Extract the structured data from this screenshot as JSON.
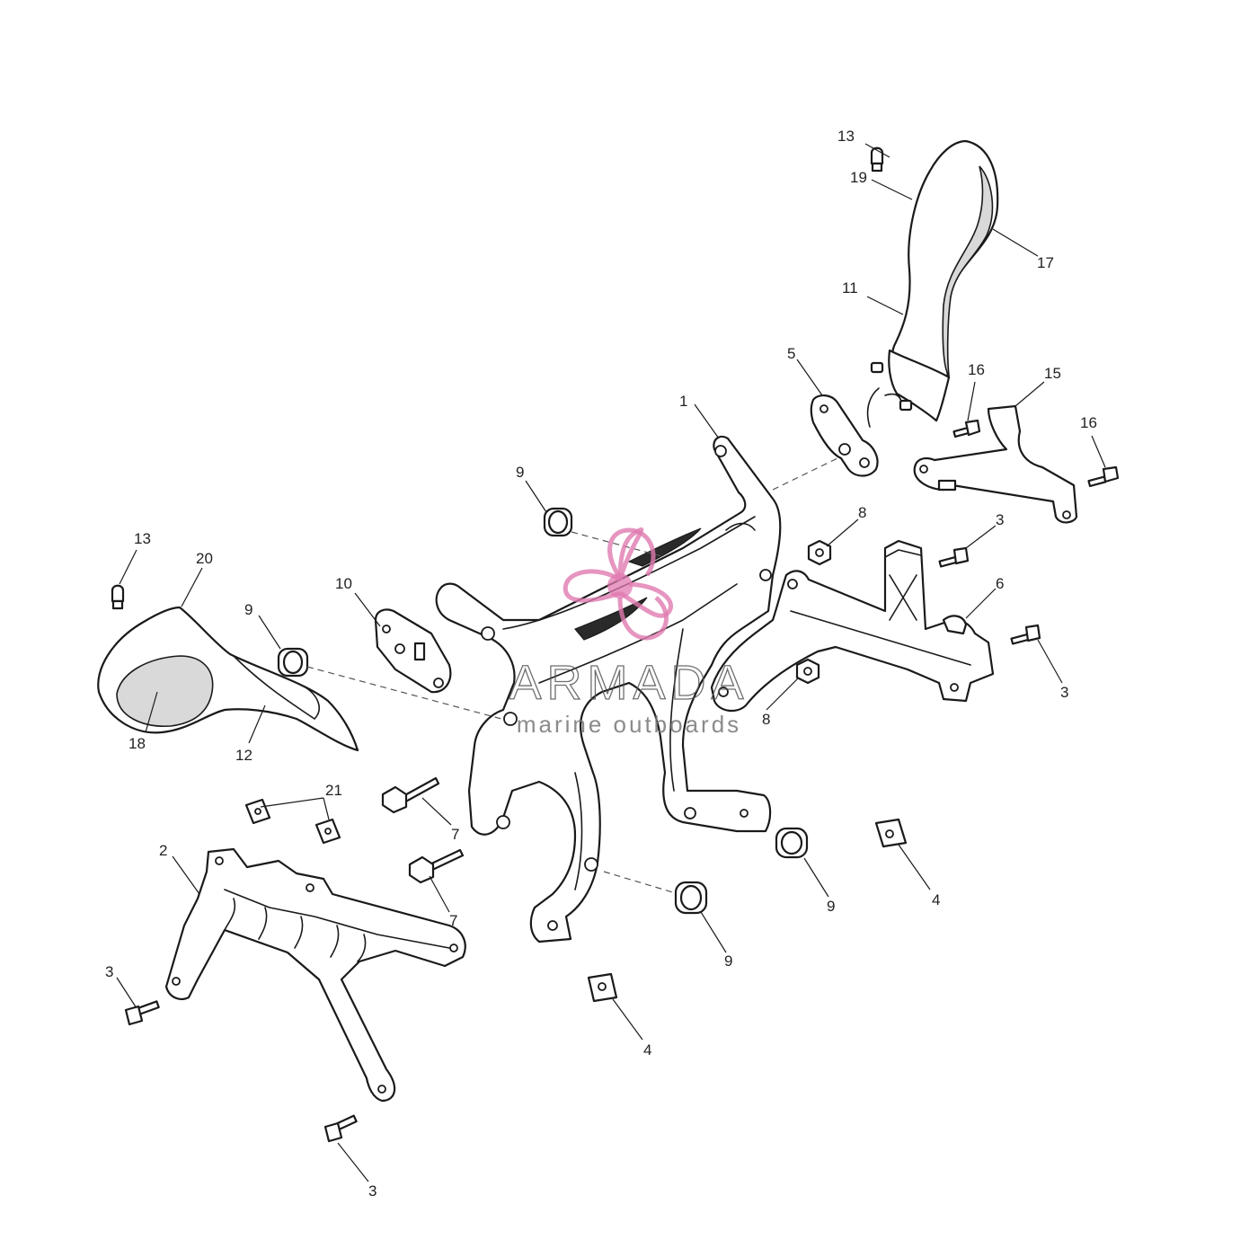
{
  "callouts": {
    "c1": "1",
    "c2": "2",
    "c3a": "3",
    "c3b": "3",
    "c3c": "3",
    "c3d": "3",
    "c4a": "4",
    "c4b": "4",
    "c5": "5",
    "c6": "6",
    "c7a": "7",
    "c7b": "7",
    "c8a": "8",
    "c8b": "8",
    "c9a": "9",
    "c9b": "9",
    "c9c": "9",
    "c9d": "9",
    "c10": "10",
    "c11": "11",
    "c12": "12",
    "c13a": "13",
    "c13b": "13",
    "c15": "15",
    "c16a": "16",
    "c16b": "16",
    "c17": "17",
    "c18": "18",
    "c19": "19",
    "c20": "20",
    "c21": "21"
  },
  "watermark": {
    "title": "ARMADA",
    "subtitle": "marine outboards",
    "color": "#e07ab0"
  },
  "icons": {
    "logo": "propeller-logo"
  }
}
